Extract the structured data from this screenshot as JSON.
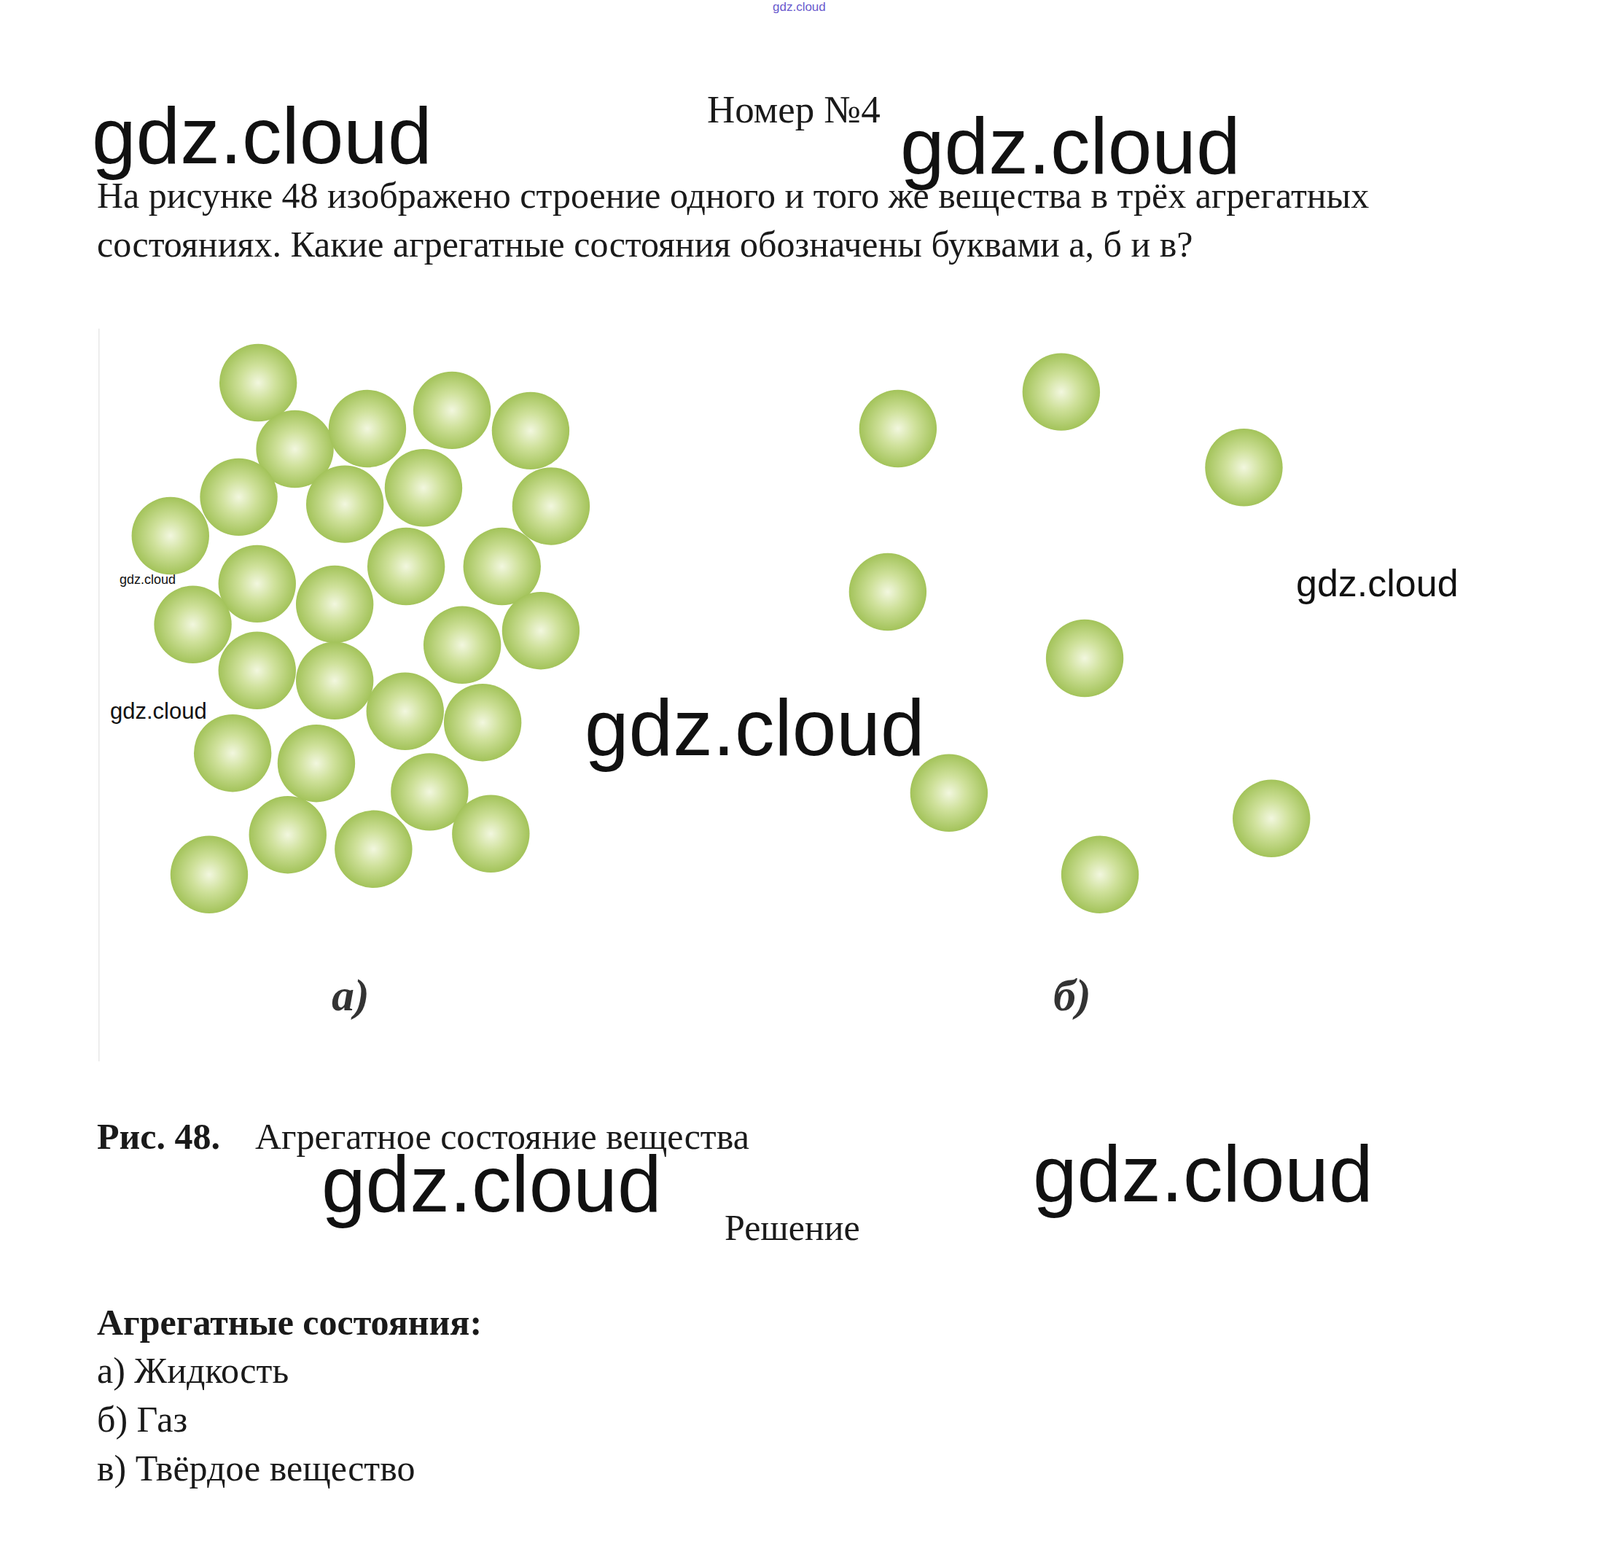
{
  "diagram": {
    "title": "Номер №4",
    "labels": [
      "gdz.cloud",
      "gdz.cloud",
      "gdz.cloud",
      "На рисунке 48 изображено строение одного и того же вещества в трёх агрегатных состояниях. Какие агрегатные состояния обозначены буквами а, б и в?",
      "gdz.cloud",
      "gdz.cloud",
      "gdz.cloud",
      "gdz.cloud",
      "а)",
      "б)",
      "Рис. 48.",
      "Агрегатное состояние вещества",
      "gdz.cloud",
      "gdz.cloud",
      "Решение",
      "Агрегатные состояния:",
      "а) Жидкость",
      "б) Газ",
      "в) Твёрдое вещество"
    ]
  }
}
